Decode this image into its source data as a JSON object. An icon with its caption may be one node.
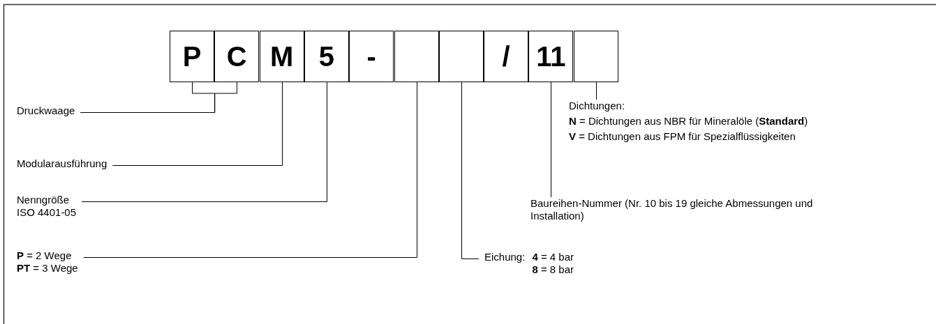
{
  "diagram": {
    "nodes": [
      {
        "text": [
          "P"
        ]
      },
      {
        "text": [
          "C"
        ]
      },
      {
        "text": [
          "M"
        ]
      },
      {
        "text": [
          "5"
        ]
      },
      {
        "text": [
          "-"
        ]
      },
      {
        "text": [],
        "shape": "box"
      },
      {
        "text": [],
        "shape": "box"
      },
      {
        "text": [
          "/"
        ]
      },
      {
        "text": [
          "11"
        ]
      },
      {
        "text": [],
        "shape": "box"
      },
      {
        "text": [
          "Druckwaage"
        ]
      },
      {
        "text": [
          "Modularausführung"
        ]
      },
      {
        "text": [
          "Nenngröße",
          "ISO 4401-05"
        ]
      },
      {
        "text": [
          "**P** = 2 Wege",
          "**PT** = 3 Wege"
        ]
      },
      {
        "text": [
          "Eichung:",
          "**4** = 4 bar",
          "**8** = 8 bar"
        ]
      },
      {
        "text": [
          "Baureihen-Nummer (Nr. 10 bis 19 gleiche Abmessungen und Installation)"
        ]
      },
      {
        "text": [
          "Dichtungen:",
          "**N** = Dichtungen aus NBR für Mineralöle (**Standard**)",
          "**V** = Dichtungen aus FPM für Spezialflüssigkeiten"
        ]
      }
    ],
    "edges": [
      {
        "from": 10,
        "to": 0,
        "arrow": "none"
      },
      {
        "from": 10,
        "to": 1,
        "arrow": "none"
      },
      {
        "from": 11,
        "to": 2,
        "arrow": "none"
      },
      {
        "from": 12,
        "to": 3,
        "arrow": "none"
      },
      {
        "from": 13,
        "to": 5,
        "arrow": "none"
      },
      {
        "from": 14,
        "to": 6,
        "arrow": "none"
      },
      {
        "from": 15,
        "to": 8,
        "arrow": "none"
      },
      {
        "from": 16,
        "to": 9,
        "arrow": "none"
      }
    ]
  }
}
